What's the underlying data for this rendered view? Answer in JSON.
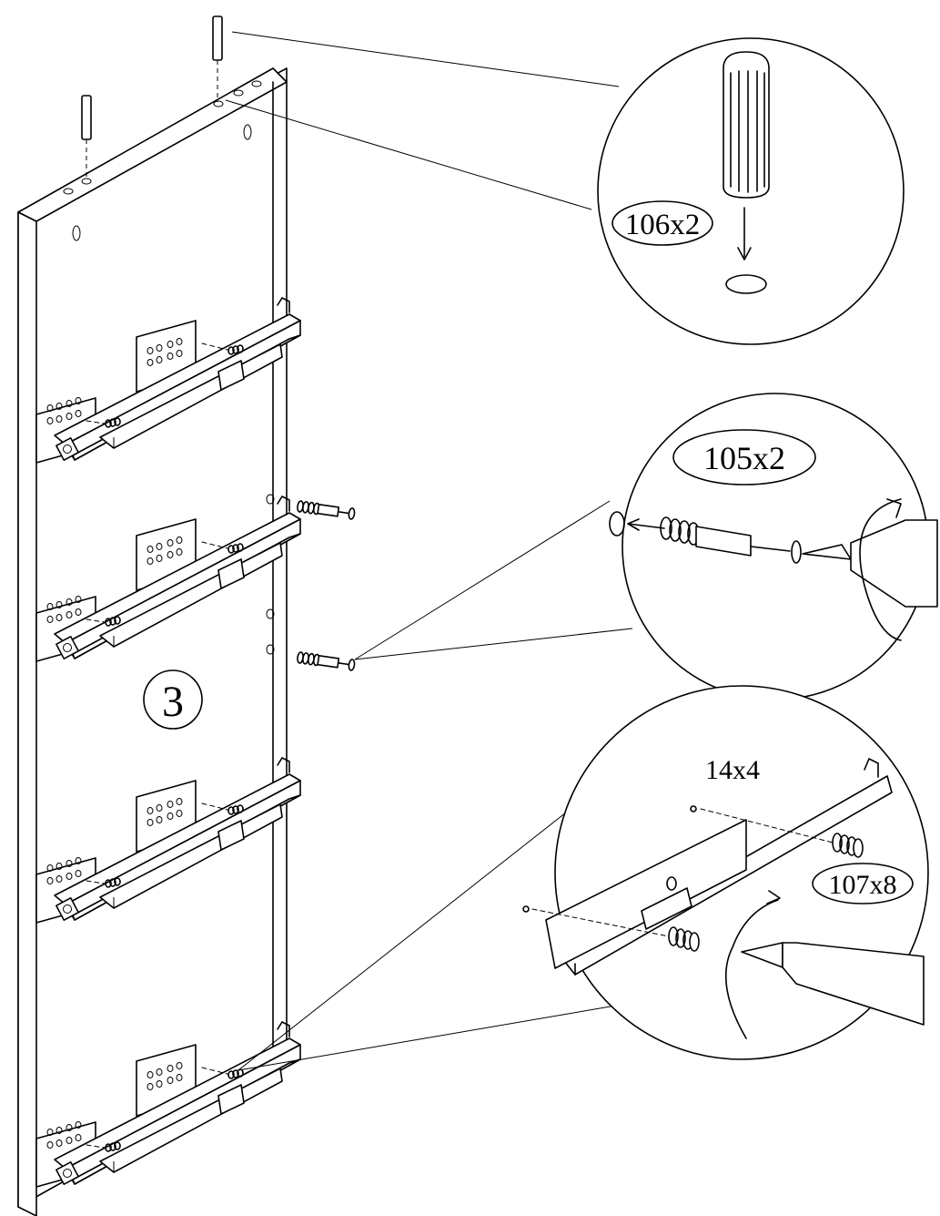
{
  "diagram": {
    "panel_number": "3",
    "callouts": {
      "top": {
        "label": "106x2"
      },
      "middle": {
        "label": "105x2"
      },
      "bottom": {
        "label_rail": "14x4",
        "label_screw": "107x8"
      }
    }
  }
}
